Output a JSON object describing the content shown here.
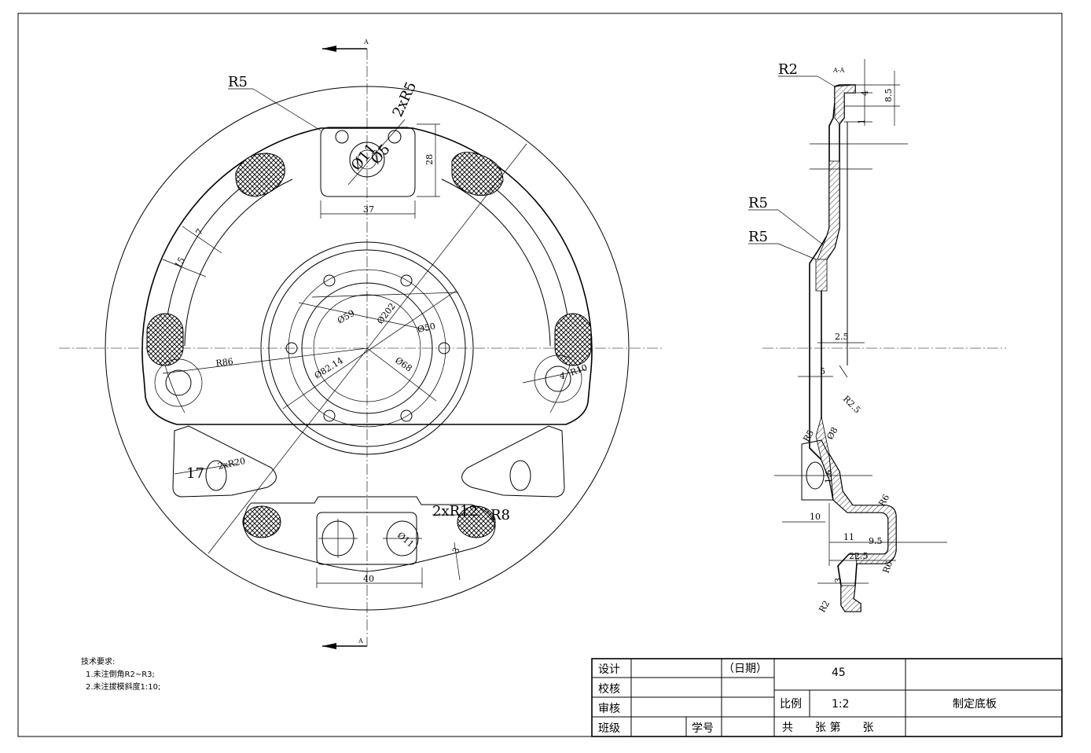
{
  "views": {
    "main": {
      "section_mark_top": "A",
      "section_mark_bottom": "A",
      "dims": {
        "r5": "R5",
        "two_r5": "2xR5",
        "d11": "Ø11",
        "d5": "Ø5",
        "w37": "37",
        "h28": "28",
        "w7": "7",
        "w15": "15",
        "d59": "Ø59",
        "d202": "Ø202",
        "d50": "Ø50",
        "r86": "R86",
        "d82": "Ø82.14",
        "d68": "Ø68",
        "r10": "R10",
        "d4": "4",
        "w17": "17",
        "two_r20": "2xR20",
        "two_r12": "2xR12",
        "r8": "R8",
        "d11b": "Ø11",
        "w3": "3",
        "w40": "40"
      }
    },
    "section": {
      "title": "A-A",
      "dims": {
        "r2_top": "R2",
        "t4": "4",
        "t85": "8.5",
        "t1": "1",
        "r5a": "R5",
        "r5b": "R5",
        "t25": "2.5",
        "t5": "5",
        "r25": "R2.5",
        "r5c": "R5",
        "d8": "Ø8",
        "t16": "1.6",
        "r6a": "R6",
        "t10": "10",
        "t11": "11",
        "t95": "9.5",
        "t225": "22.5",
        "r6b": "R6",
        "t3": "3",
        "r2_bot": "R2"
      }
    }
  },
  "tech_requirements": {
    "heading": "技术要求:",
    "items": [
      "1.未注倒角R2~R3;",
      "2.未注拔模斜度1:10;"
    ]
  },
  "title_block": {
    "design": "设计",
    "check": "校核",
    "review": "审核",
    "class": "班级",
    "student_no": "学号",
    "date": "（日期）",
    "material": "45",
    "scale_label": "比例",
    "scale": "1:2",
    "sheet": "共　　张 第　　张",
    "name": "制定底板"
  }
}
